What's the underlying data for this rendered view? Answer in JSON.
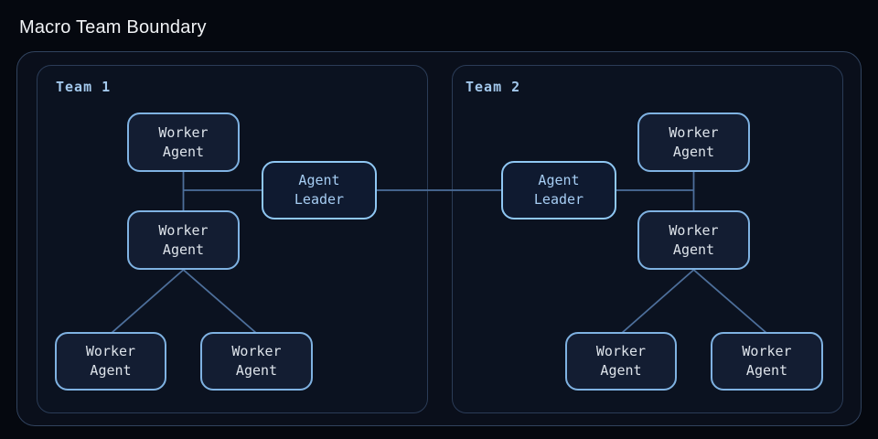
{
  "title": "Macro Team Boundary",
  "colors": {
    "background": "#05080f",
    "title_color": "#f0f2f5",
    "boundary_fill": "#0a0f1b",
    "boundary_border": "#31435e",
    "panel_fill": "#0b1220",
    "panel_border": "#2b3c57",
    "team_label_color": "#a3c8ec",
    "connector_color": "#4d6f9b",
    "worker_fill": "#131d32",
    "worker_border": "#7fb2e2",
    "worker_text": "#dde3ea",
    "leader_fill": "#0f1a30",
    "leader_border": "#8fc7f3",
    "leader_text": "#a6cdf3"
  },
  "teams": [
    {
      "label": "Team 1",
      "nodes": [
        {
          "id": "t1-worker-top",
          "type": "worker",
          "label": "Worker\nAgent"
        },
        {
          "id": "t1-agent-leader",
          "type": "leader",
          "label": "Agent\nLeader"
        },
        {
          "id": "t1-worker-mid",
          "type": "worker",
          "label": "Worker\nAgent"
        },
        {
          "id": "t1-worker-bottom-left",
          "type": "worker",
          "label": "Worker\nAgent"
        },
        {
          "id": "t1-worker-bottom-right",
          "type": "worker",
          "label": "Worker\nAgent"
        }
      ]
    },
    {
      "label": "Team 2",
      "nodes": [
        {
          "id": "t2-worker-top",
          "type": "worker",
          "label": "Worker\nAgent"
        },
        {
          "id": "t2-agent-leader",
          "type": "leader",
          "label": "Agent\nLeader"
        },
        {
          "id": "t2-worker-mid",
          "type": "worker",
          "label": "Worker\nAgent"
        },
        {
          "id": "t2-worker-bottom-left",
          "type": "worker",
          "label": "Worker\nAgent"
        },
        {
          "id": "t2-worker-bottom-right",
          "type": "worker",
          "label": "Worker\nAgent"
        }
      ]
    }
  ]
}
